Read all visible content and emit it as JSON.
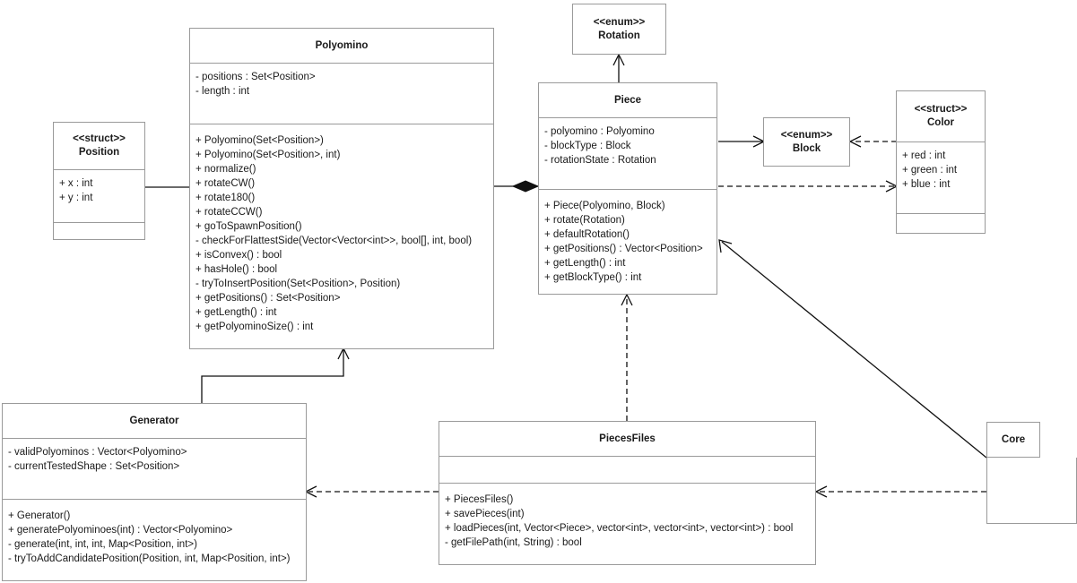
{
  "diagram": {
    "type": "uml-class-diagram",
    "background": "#ffffff",
    "line_color": "#111111",
    "box_border_color": "#9a9a9a",
    "text_color": "#1a1a1a"
  },
  "classes": {
    "polyomino": {
      "name": "Polyomino",
      "attributes": [
        "- positions : Set<Position>",
        "- length : int"
      ],
      "methods": [
        "+ Polyomino(Set<Position>)",
        "+ Polyomino(Set<Position>, int)",
        "+ normalize()",
        "+ rotateCW()",
        "+ rotate180()",
        "+ rotateCCW()",
        "+ goToSpawnPosition()",
        "- checkForFlattestSide(Vector<Vector<int>>, bool[], int, bool)",
        "+ isConvex() : bool",
        "+ hasHole() : bool",
        "- tryToInsertPosition(Set<Position>, Position)",
        "+ getPositions() : Set<Position>",
        "+ getLength() : int",
        "+ getPolyominoSize() : int"
      ]
    },
    "position": {
      "stereotype": "<<struct>>",
      "name": "Position",
      "attributes": [
        "+ x : int",
        "+ y : int"
      ],
      "methods": []
    },
    "piece": {
      "name": "Piece",
      "attributes": [
        "- polyomino : Polyomino",
        "- blockType : Block",
        "- rotationState : Rotation"
      ],
      "methods": [
        "+ Piece(Polyomino, Block)",
        "+ rotate(Rotation)",
        "+ defaultRotation()",
        "+ getPositions() : Vector<Position>",
        "+ getLength() : int",
        "+ getBlockType() : int"
      ]
    },
    "rotation": {
      "stereotype": "<<enum>>",
      "name": "Rotation"
    },
    "block": {
      "stereotype": "<<enum>>",
      "name": "Block"
    },
    "color": {
      "stereotype": "<<struct>>",
      "name": "Color",
      "attributes": [
        "+ red : int",
        "+ green : int",
        "+ blue : int"
      ],
      "methods": []
    },
    "generator": {
      "name": "Generator",
      "attributes": [
        "- validPolyominos : Vector<Polyomino>",
        "- currentTestedShape : Set<Position>"
      ],
      "methods": [
        "+ Generator()",
        "+ generatePolyominoes(int) : Vector<Polyomino>",
        "- generate(int, int, int, Map<Position, int>)",
        "- tryToAddCandidatePosition(Position, int, Map<Position, int>)"
      ]
    },
    "piecesfiles": {
      "name": "PiecesFiles",
      "attributes": [],
      "methods": [
        "+ PiecesFiles()",
        "+ savePieces(int)",
        "+ loadPieces(int, Vector<Piece>, vector<int>, vector<int>, vector<int>) : bool",
        "- getFilePath(int, String) : bool"
      ]
    },
    "core": {
      "name": "Core"
    }
  },
  "relations": [
    {
      "from": "position",
      "to": "polyomino",
      "kind": "composition",
      "marker": "filled-diamond"
    },
    {
      "from": "polyomino",
      "to": "piece",
      "kind": "composition",
      "marker": "filled-diamond"
    },
    {
      "from": "piece",
      "to": "rotation",
      "kind": "association",
      "marker": "open-arrow"
    },
    {
      "from": "piece",
      "to": "block",
      "kind": "association",
      "marker": "open-arrow"
    },
    {
      "from": "color",
      "to": "block",
      "kind": "dependency",
      "marker": "open-arrow-dashed"
    },
    {
      "from": "piece",
      "to": "color",
      "kind": "dependency",
      "marker": "open-arrow-dashed"
    },
    {
      "from": "generator",
      "to": "polyomino",
      "kind": "association",
      "marker": "open-arrow"
    },
    {
      "from": "piecesfiles",
      "to": "generator",
      "kind": "dependency",
      "marker": "open-arrow-dashed"
    },
    {
      "from": "piecesfiles",
      "to": "piece",
      "kind": "dependency",
      "marker": "open-arrow-dashed"
    },
    {
      "from": "core",
      "to": "piecesfiles",
      "kind": "dependency",
      "marker": "open-arrow-dashed"
    },
    {
      "from": "core",
      "to": "piece",
      "kind": "association",
      "marker": "open-arrow"
    }
  ]
}
